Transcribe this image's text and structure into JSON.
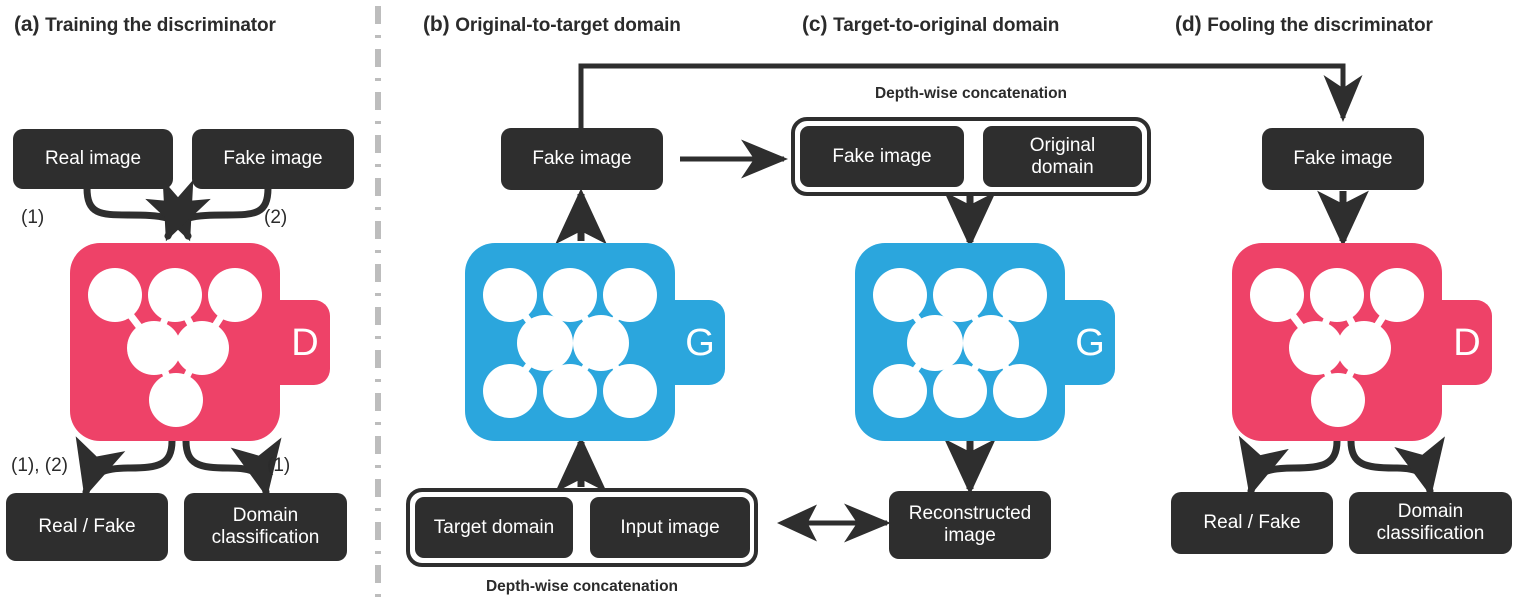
{
  "colors": {
    "dark": "#2e2e2e",
    "discriminator_pink": "#ee4268",
    "generator_blue": "#2ba6dd",
    "divider_gray": "#bdbdbd",
    "white": "#ffffff"
  },
  "panels": {
    "a": {
      "tag": "(a)",
      "title": "Training the discriminator",
      "boxes": {
        "real_image": "Real image",
        "fake_image": "Fake image",
        "real_fake_out": "Real / Fake",
        "domain_classification_out": "Domain classification"
      },
      "step_labels": {
        "in_left": "(1)",
        "in_right": "(2)",
        "out_left": "(1), (2)",
        "out_right": "(1)"
      },
      "network_letter": "D",
      "network_type": "discriminator"
    },
    "b": {
      "tag": "(b)",
      "title": "Original-to-target domain",
      "boxes": {
        "fake_image": "Fake image",
        "target_domain": "Target domain",
        "input_image": "Input image"
      },
      "caption": "Depth-wise concatenation",
      "network_letter": "G",
      "network_type": "generator"
    },
    "c": {
      "tag": "(c)",
      "title": "Target-to-original domain",
      "caption": "Depth-wise concatenation",
      "boxes": {
        "fake_image": "Fake image",
        "original_domain": "Original domain",
        "reconstructed_image": "Reconstructed image"
      },
      "network_letter": "G",
      "network_type": "generator"
    },
    "d": {
      "tag": "(d)",
      "title": "Fooling the discriminator",
      "boxes": {
        "fake_image": "Fake image",
        "real_fake_out": "Real / Fake",
        "domain_classification_out": "Domain classification"
      },
      "network_letter": "D",
      "network_type": "discriminator"
    }
  }
}
